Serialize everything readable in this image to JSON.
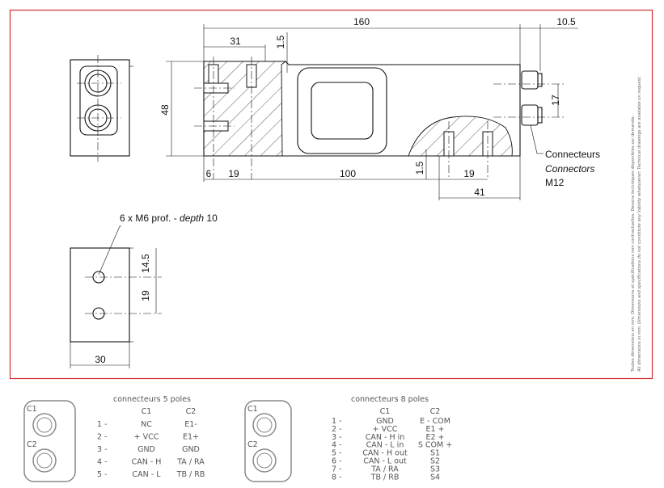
{
  "colors": {
    "frame": "#d32f2f",
    "line": "#111111",
    "table_text": "#555555"
  },
  "dimensions": {
    "length": "160",
    "connector_offset": "10.5",
    "first_hole_span": "31",
    "top_step": "1.5",
    "height": "48",
    "connector_spacing": "17",
    "edge_6": "6",
    "hole_pitch_left": "19",
    "hole_distance": "100",
    "bottom_step": "1.5",
    "hole_pitch_right": "19",
    "right_span": "41",
    "bottom_width": "30",
    "bottom_hole_offset": "14.5",
    "bottom_hole_pitch": "19"
  },
  "labels": {
    "connectors_fr": "Connecteurs",
    "connectors_en": "Connectors",
    "connector_type": "M12",
    "thread_prefix": "6 x M6 prof. - ",
    "thread_depth_word": "depth",
    "thread_depth_value": " 10"
  },
  "notes": {
    "fr": "Toutes dimensions en mm. Dimensions et spécifications non contractuelles. Dessins techniques disponibles sur demande.",
    "en": "All dimensions in mm. Dimensions and specifications do not constitute any liability whatsoever. Technical drawings are available on request."
  },
  "pinout5": {
    "title": "connecteurs 5 poles",
    "c1_label": "C1",
    "c2_label": "C2",
    "rows": [
      {
        "pin": "1 -",
        "c1": "NC",
        "c2": "E1-"
      },
      {
        "pin": "2 -",
        "c1": "+ VCC",
        "c2": "E1+"
      },
      {
        "pin": "3 -",
        "c1": "GND",
        "c2": "GND"
      },
      {
        "pin": "4 -",
        "c1": "CAN - H",
        "c2": "TA / RA"
      },
      {
        "pin": "5 -",
        "c1": "CAN - L",
        "c2": "TB / RB"
      }
    ]
  },
  "pinout8": {
    "title": "connecteurs 8 poles",
    "c1_label": "C1",
    "c2_label": "C2",
    "rows": [
      {
        "pin": "1 -",
        "c1": "GND",
        "c2": "E - COM"
      },
      {
        "pin": "2 -",
        "c1": "+ VCC",
        "c2": "E1 +"
      },
      {
        "pin": "3 -",
        "c1": "CAN - H in",
        "c2": "E2 +"
      },
      {
        "pin": "4 -",
        "c1": "CAN - L in",
        "c2": "S COM +"
      },
      {
        "pin": "5 -",
        "c1": "CAN - H out",
        "c2": "S1"
      },
      {
        "pin": "6 -",
        "c1": "CAN - L out",
        "c2": "S2"
      },
      {
        "pin": "7 -",
        "c1": "TA / RA",
        "c2": "S3"
      },
      {
        "pin": "8 -",
        "c1": "TB / RB",
        "c2": "S4"
      }
    ]
  }
}
